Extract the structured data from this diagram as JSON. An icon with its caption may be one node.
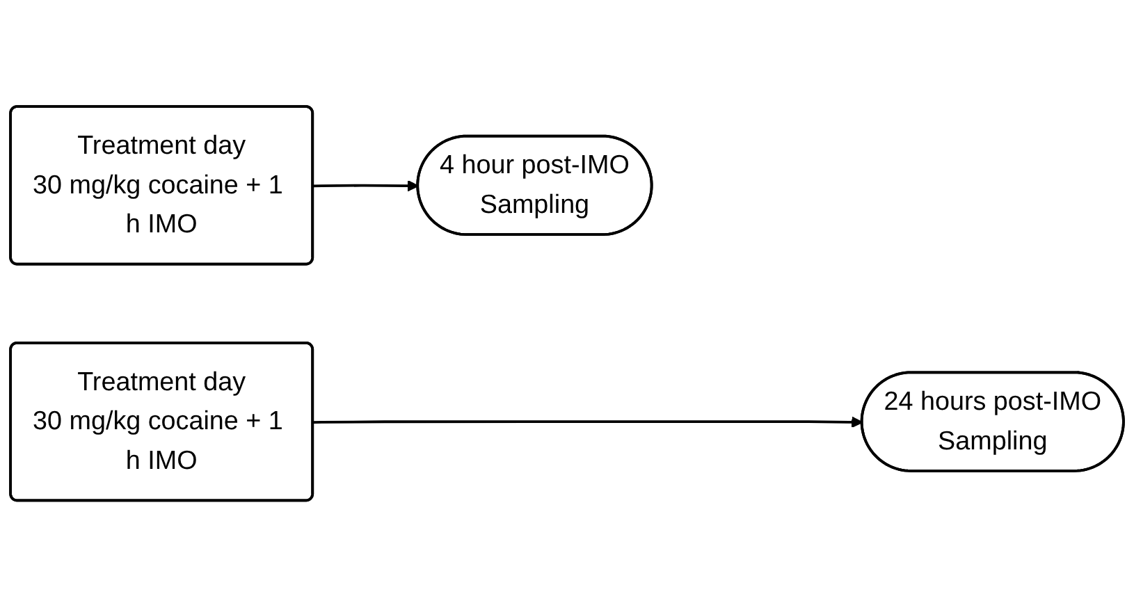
{
  "diagram": {
    "nodes": [
      {
        "text": [
          "Treatment day",
          "30 mg/kg cocaine + 1 h IMO"
        ]
      },
      {
        "text": [
          "4 hour post-IMO",
          "Sampling"
        ]
      },
      {
        "text": [
          "Treatment day",
          "30 mg/kg cocaine + 1 h IMO"
        ]
      },
      {
        "text": [
          "24 hours post-IMO",
          "Sampling"
        ]
      }
    ],
    "edges": [
      {
        "from": 0,
        "to": 1,
        "arrow": "to"
      },
      {
        "from": 2,
        "to": 3,
        "arrow": "to"
      }
    ]
  }
}
